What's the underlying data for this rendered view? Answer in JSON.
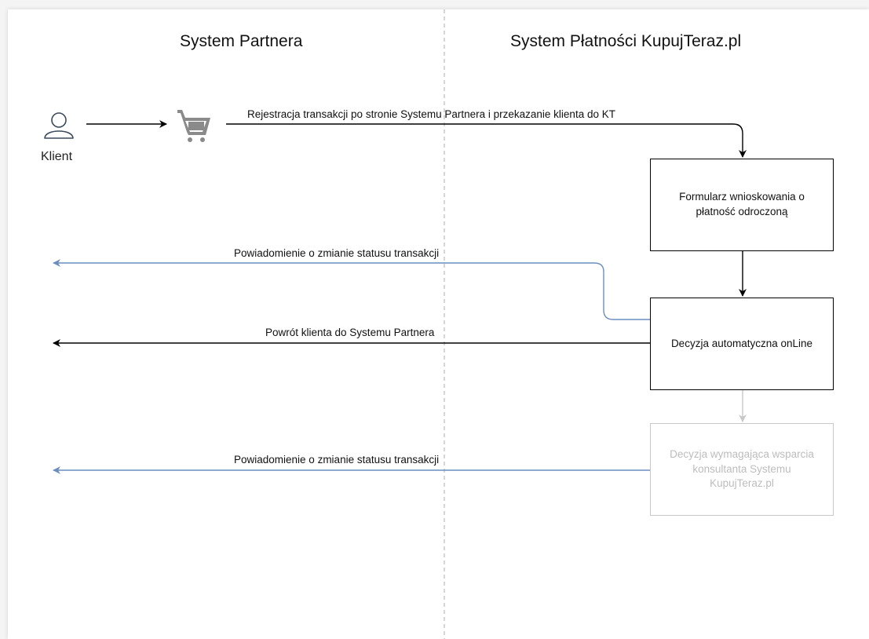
{
  "lanes": {
    "left_title": "System Partnera",
    "right_title": "System Płatności KupujTeraz.pl"
  },
  "actors": {
    "client_label": "Klient"
  },
  "flows": {
    "register": "Rejestracja transakcji po stronie Systemu Partnera i przekazanie  klienta do KT",
    "notify_1": "Powiadomienie o zmianie statusu transakcji",
    "return": "Powrót klienta do Systemu Partnera",
    "notify_2": "Powiadomienie o zmianie statusu transakcji"
  },
  "boxes": {
    "form": "Formularz wnioskowania o płatność odroczoną",
    "auto_decision": "Decyzja automatyczna onLine",
    "consultant_decision": "Decyzja wymagająca wsparcia konsultanta Systemu KupujTeraz.pl"
  },
  "colors": {
    "black_flow": "#000000",
    "blue_flow": "#6c8ebf",
    "gray_flow": "#c8c8c8",
    "lane_divider": "#bbbbbb"
  }
}
